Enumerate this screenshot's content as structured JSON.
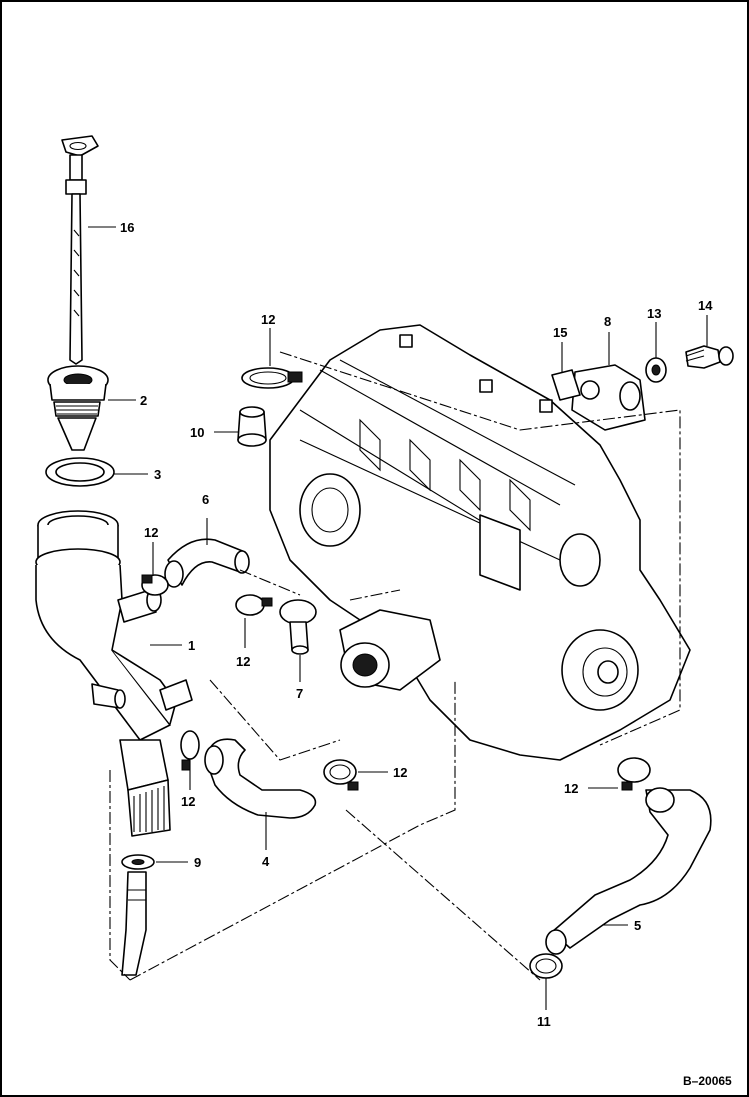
{
  "diagram": {
    "figure_number": "B–20065",
    "callouts": [
      {
        "id": "c1",
        "label": "1"
      },
      {
        "id": "c2",
        "label": "2"
      },
      {
        "id": "c3",
        "label": "3"
      },
      {
        "id": "c4",
        "label": "4"
      },
      {
        "id": "c5",
        "label": "5"
      },
      {
        "id": "c6",
        "label": "6"
      },
      {
        "id": "c7",
        "label": "7"
      },
      {
        "id": "c8",
        "label": "8"
      },
      {
        "id": "c9",
        "label": "9"
      },
      {
        "id": "c10",
        "label": "10"
      },
      {
        "id": "c11",
        "label": "11"
      },
      {
        "id": "c12a",
        "label": "12"
      },
      {
        "id": "c12b",
        "label": "12"
      },
      {
        "id": "c12c",
        "label": "12"
      },
      {
        "id": "c12d",
        "label": "12"
      },
      {
        "id": "c12e",
        "label": "12"
      },
      {
        "id": "c12f",
        "label": "12"
      },
      {
        "id": "c13",
        "label": "13"
      },
      {
        "id": "c14",
        "label": "14"
      },
      {
        "id": "c15",
        "label": "15"
      },
      {
        "id": "c16",
        "label": "16"
      }
    ]
  }
}
